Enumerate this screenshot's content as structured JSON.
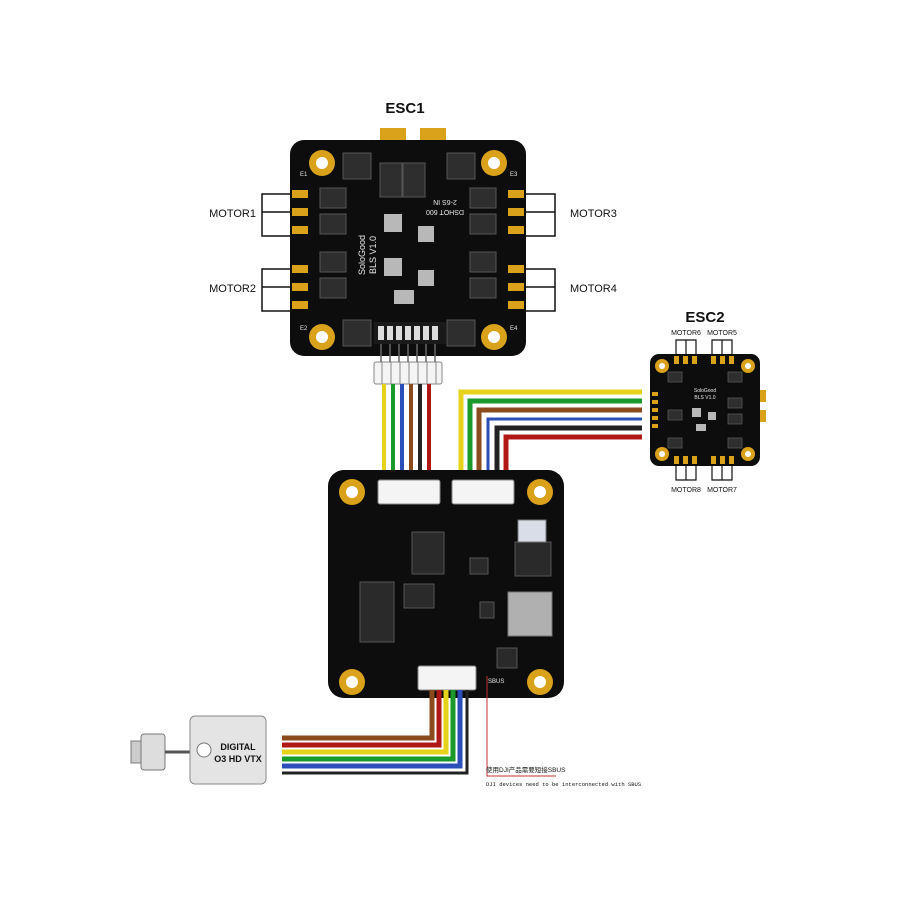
{
  "esc1": {
    "title": "ESC1",
    "silkscreen": {
      "brand": "SoloGood",
      "version": "BLS V1.0",
      "dshot": "DSHOT 600",
      "cells": "2-6S IN"
    },
    "pads": [
      "E1",
      "E2",
      "E3",
      "E4"
    ],
    "motors": [
      "MOTOR1",
      "MOTOR2",
      "MOTOR3",
      "MOTOR4"
    ]
  },
  "esc2": {
    "title": "ESC2",
    "silkscreen": {
      "brand": "SoloGood",
      "version": "BLS V1.0"
    },
    "motors": [
      "MOTOR6",
      "MOTOR5",
      "MOTOR8",
      "MOTOR7"
    ]
  },
  "fc": {
    "sbus_label": "SBUS"
  },
  "vtx": {
    "label_line1": "DIGITAL",
    "label_line2": "O3 HD VTX"
  },
  "notes": {
    "chinese": "使用DJI产品需要短接SBUS",
    "english": "DJI devices need to be interconnected with SBUS"
  },
  "colors": {
    "board": "#0d0d0d",
    "gold": "#d9a21a",
    "wire_yellow": "#e6d21a",
    "wire_green": "#1a9a2a",
    "wire_brown": "#8b4a1c",
    "wire_blue": "#2a4fb8",
    "wire_red": "#b01818",
    "wire_black": "#222222",
    "note_line": "#c03030"
  }
}
